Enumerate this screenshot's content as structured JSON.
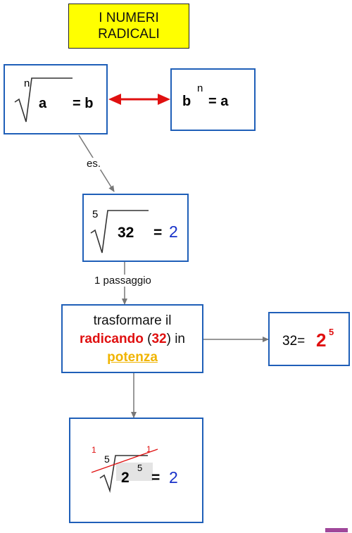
{
  "title": {
    "line1": "I NUMERI",
    "line2": "RADICALI"
  },
  "def": {
    "index": "n",
    "radicand": "a",
    "eq": "= b"
  },
  "pow": {
    "base": "b",
    "exp": "n",
    "eq": "= a"
  },
  "label_es": "es.",
  "example": {
    "index": "5",
    "radicand": "32",
    "eq": "=",
    "result": "2"
  },
  "label_step": "1 passaggio",
  "step": {
    "w1": "trasformare il",
    "w2": "radicando",
    "p_open": "(",
    "w3": "32",
    "p_close": ")",
    "w4": "in",
    "w5": "potenza"
  },
  "result": {
    "lhs": "32=",
    "base": "2",
    "exp": "5"
  },
  "final": {
    "index": "5",
    "base": "2",
    "exp": "5",
    "eq": "=",
    "result": "2",
    "cancel_left": "1",
    "cancel_right": "1"
  },
  "colors": {
    "box_border": "#1f5fb8",
    "title_bg": "#ffff00",
    "red": "#e01010",
    "blue": "#1730c8",
    "gold": "#f0b400",
    "arrow": "#777777"
  }
}
